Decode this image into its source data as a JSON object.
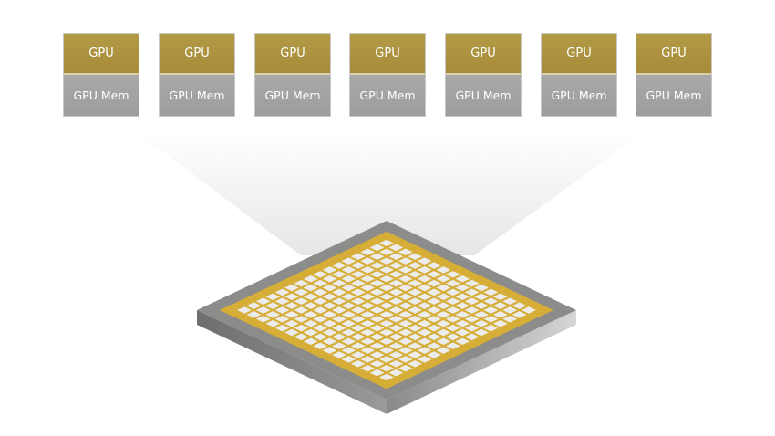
{
  "gpus": [
    {
      "label": "GPU",
      "mem_label": "GPU Mem"
    },
    {
      "label": "GPU",
      "mem_label": "GPU Mem"
    },
    {
      "label": "GPU",
      "mem_label": "GPU Mem"
    },
    {
      "label": "GPU",
      "mem_label": "GPU Mem"
    },
    {
      "label": "GPU",
      "mem_label": "GPU Mem"
    },
    {
      "label": "GPU",
      "mem_label": "GPU Mem"
    },
    {
      "label": "GPU",
      "mem_label": "GPU Mem"
    }
  ],
  "chip": {
    "grid_rows": 16,
    "grid_cols": 16,
    "colors": {
      "gold": "#d9b23c",
      "frame": "#8a8a88",
      "tile": "#ececec"
    }
  }
}
